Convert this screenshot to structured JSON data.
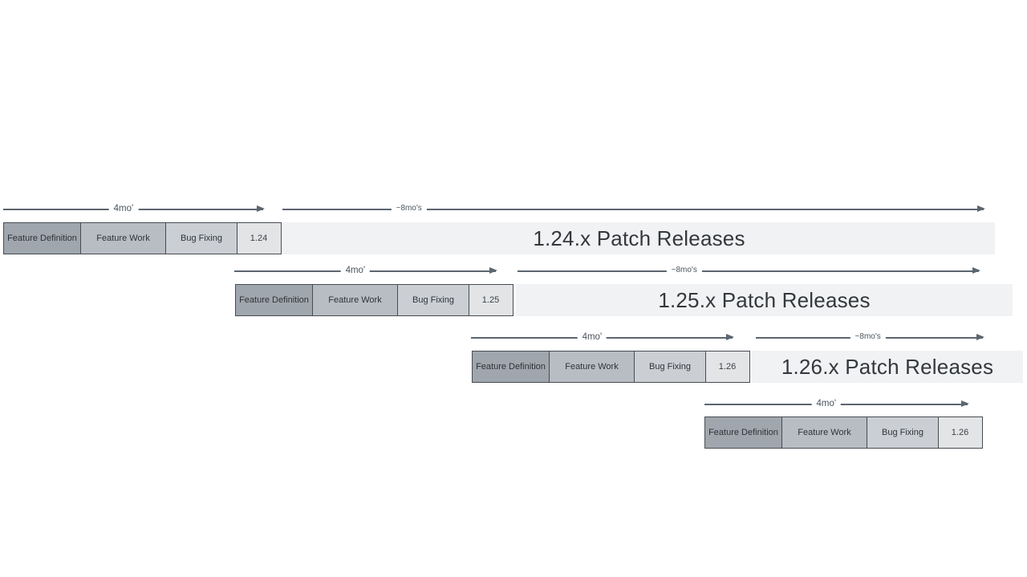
{
  "diagram": {
    "colors": {
      "phase_fills": [
        "#a0a6ae",
        "#b8bdc3",
        "#cbcfd4"
      ],
      "version_fill": "#e2e4e6",
      "patch_bar_fill": "#f1f2f3",
      "box_border": "#474c52",
      "arrow": "#5c6670"
    },
    "rows": [
      {
        "version": "1.24",
        "phases": [
          "Feature Definition",
          "Feature Work",
          "Bug Fixing"
        ],
        "dev_duration_label": "4mo'",
        "patch_duration_label": "~8mo's",
        "patch_bar_label": "1.24.x Patch Releases"
      },
      {
        "version": "1.25",
        "phases": [
          "Feature Definition",
          "Feature Work",
          "Bug Fixing"
        ],
        "dev_duration_label": "4mo'",
        "patch_duration_label": "~8mo's",
        "patch_bar_label": "1.25.x Patch Releases"
      },
      {
        "version": "1.26",
        "phases": [
          "Feature Definition",
          "Feature Work",
          "Bug Fixing"
        ],
        "dev_duration_label": "4mo'",
        "patch_duration_label": "~8mo's",
        "patch_bar_label": "1.26.x Patch Releases"
      },
      {
        "version": "1.26",
        "phases": [
          "Feature Definition",
          "Feature Work",
          "Bug Fixing"
        ],
        "dev_duration_label": "4mo'"
      }
    ]
  }
}
